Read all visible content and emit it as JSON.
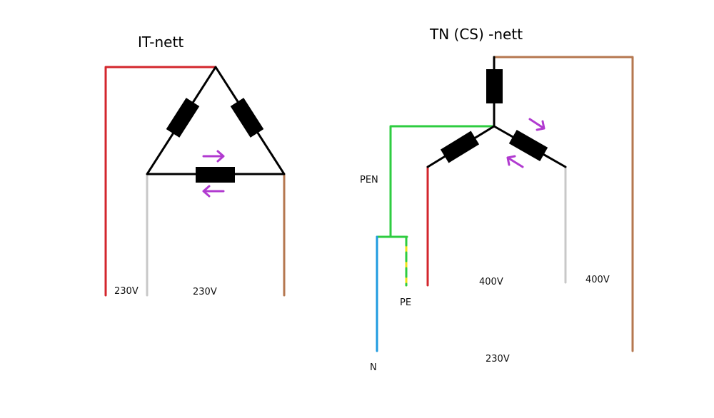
{
  "it_net": {
    "title": "IT-nett",
    "label_left": "230V",
    "label_mid": "230V"
  },
  "tn_net": {
    "title": "TN (CS) -nett",
    "label_pen": "PEN",
    "label_pe": "PE",
    "label_n": "N",
    "label_400_left": "400V",
    "label_400_right": "400V",
    "label_230": "230V"
  },
  "colors": {
    "red": "#d3262c",
    "grey": "#c8c8c8",
    "brown": "#b5774f",
    "green": "#2ecc40",
    "blue": "#1f9be0",
    "yellow": "#f2e21b",
    "black": "#000000",
    "arrow": "#b13ad0"
  }
}
